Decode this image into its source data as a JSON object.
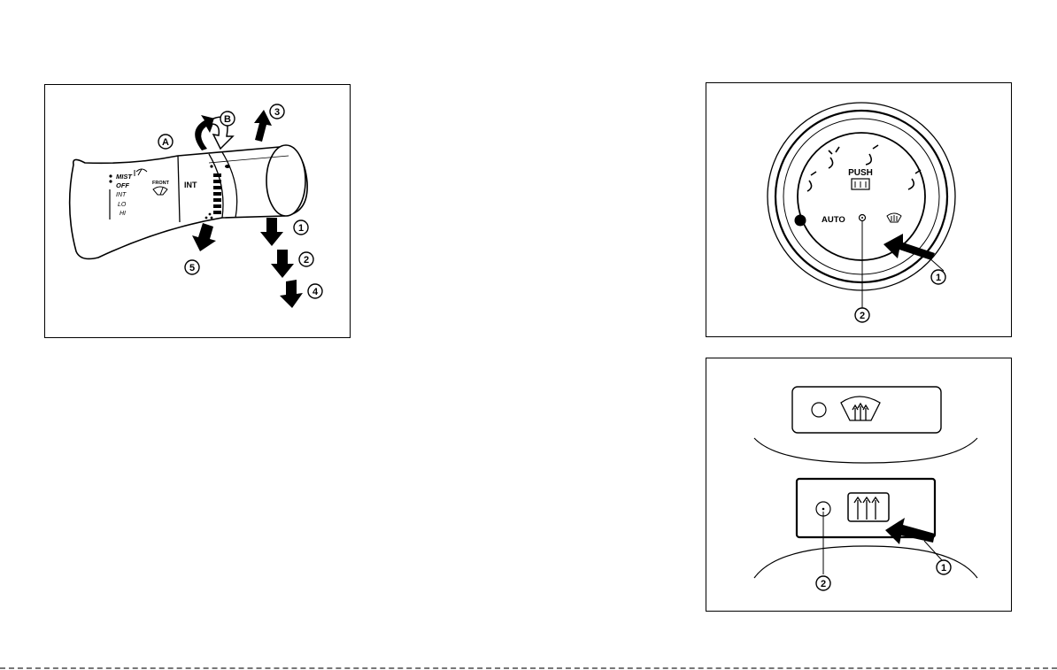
{
  "wiper_figure": {
    "callouts": [
      "A",
      "B",
      "1",
      "2",
      "3",
      "4",
      "5"
    ],
    "switch_positions": [
      "MIST",
      "OFF",
      "INT",
      "LO",
      "HI"
    ],
    "front_label": "FRONT",
    "int_label": "INT"
  },
  "defogger_dial_figure": {
    "push_label": "PUSH",
    "auto_label": "AUTO",
    "callouts": [
      "1",
      "2"
    ]
  },
  "rear_defogger_figure": {
    "callouts": [
      "1",
      "2"
    ]
  },
  "icons": [
    "wiper-washer-icon",
    "front-wiper-icon",
    "rear-defroster-icon",
    "front-defroster-icon",
    "airflow-icon",
    "arrow-icon"
  ]
}
